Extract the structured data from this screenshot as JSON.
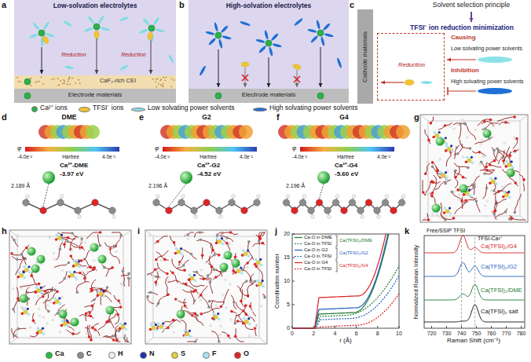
{
  "diagram": {
    "nodes": [
      {
        "text": [
          "Low-solvation electrolytes",
          "Reduction",
          "Reduction"
        ]
      },
      {
        "text": [
          "CaF₂-rich CEI"
        ]
      },
      {
        "text": [
          "Electrode materials"
        ]
      },
      {
        "text": [
          "High-solvation electrolytes"
        ]
      },
      {
        "text": [
          "Electrode materials"
        ]
      },
      {
        "text": [
          "Cathode materials"
        ]
      },
      {
        "text": [
          "Reduction"
        ]
      }
    ],
    "labels": [
      "a",
      "b",
      "c",
      "Solvent selection principle",
      "TFSI⁻ ion reduction minimization",
      "Causing",
      "Low solvating power solvents",
      "Inhibition",
      "High solvating power solvents",
      "d",
      "DME",
      "φ",
      "-4.0e⁻²",
      "Hartree",
      "4.0e⁻²",
      "Ca²⁺-DME",
      "-3.97 eV",
      "2.189 Å",
      "e",
      "G2",
      "φ",
      "-4.0e⁻²",
      "Hartree",
      "4.0e⁻²",
      "Ca²⁺-G2",
      "-4.52 eV",
      "2.196 Å",
      "f",
      "G4",
      "φ",
      "-4.0e⁻²",
      "Hartree",
      "4.0e⁻²",
      "Ca²⁺-G4",
      "-5.60 eV",
      "2.196 Å",
      "g",
      "h",
      "i",
      "j",
      "Coordination number",
      "r (Å)",
      "0",
      "5",
      "10",
      "15",
      "20",
      "0",
      "2",
      "4",
      "6",
      "8",
      "10",
      "Ca(TFSI)₂/DME",
      "Ca(TFSI)₂/G2",
      "Ca(TFSI)₂/G4",
      "k",
      "Free/SSIP TFSI",
      "TFSI-Ca²⁺",
      "Ca(TFSI)₂/G4",
      "Ca(TFSI)₂/G2",
      "Ca(TFSI)₂/DME",
      "Ca(TFSI)₂ salt",
      "Normalized Raman Intensity",
      "Raman Shift (cm⁻¹)",
      "720",
      "730",
      "740",
      "750",
      "760",
      "770",
      "780"
    ],
    "legend": [
      {
        "text": "Ca²⁺ ions",
        "color": "#2bb34a"
      },
      {
        "text": "TFSI⁻ ions",
        "color": "#f4c430"
      },
      {
        "text": "Low solvating power solvents",
        "color": "#8be3e8"
      },
      {
        "text": "High solvating power solvents",
        "color": "#1f6fd6"
      },
      {
        "text": "Ca",
        "color": "#22c03a"
      },
      {
        "text": "C",
        "color": "#8c8c8c"
      },
      {
        "text": "H",
        "color": "#f0f0f0"
      },
      {
        "text": "N",
        "color": "#1c2fa8"
      },
      {
        "text": "S",
        "color": "#e0d040"
      },
      {
        "text": "F",
        "color": "#a8e4f0"
      },
      {
        "text": "O",
        "color": "#e02424"
      },
      {
        "text": "Ca-O in DME"
      },
      {
        "text": "Ca-O in TFSI"
      },
      {
        "text": "Ca-O in G2"
      },
      {
        "text": "Ca-O in TFSI"
      },
      {
        "text": "Ca-O in G4"
      },
      {
        "text": "Ca-O in TFSI"
      }
    ]
  }
}
